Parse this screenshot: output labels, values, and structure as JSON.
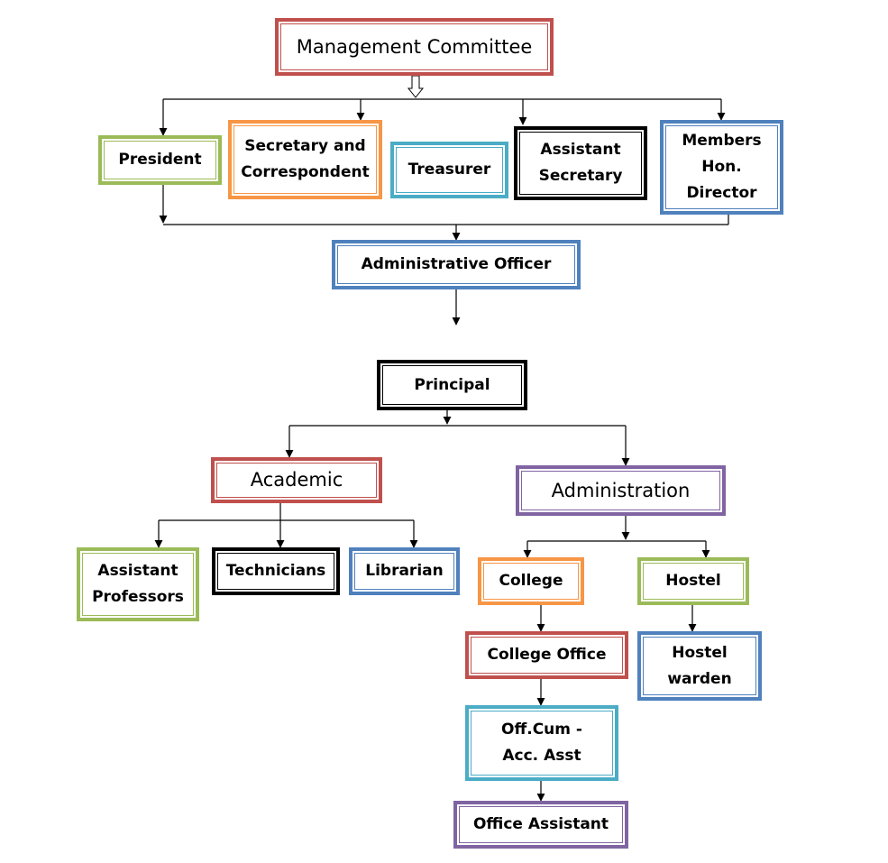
{
  "colors": {
    "red": "#c0504d",
    "green": "#9bbb59",
    "orange": "#f79646",
    "cyan": "#4bacc6",
    "black": "#000000",
    "blue": "#4f81bd",
    "purple": "#8064a2"
  },
  "nodes": {
    "management_committee": "Management Committee",
    "president": "President",
    "secretary_correspondent": "Secretary and\nCorrespondent",
    "treasurer": "Treasurer",
    "assistant_secretary": "Assistant\nSecretary",
    "members_hon_director": "Members\nHon.\nDirector",
    "administrative_officer": "Administrative Officer",
    "principal": "Principal",
    "academic": "Academic",
    "administration": "Administration",
    "assistant_professors": "Assistant\nProfessors",
    "technicians": "Technicians",
    "librarian": "Librarian",
    "college": "College",
    "hostel": "Hostel",
    "college_office": "College Office",
    "hostel_warden": "Hostel\nwarden",
    "off_cum_acc_asst": "Off.Cum -\nAcc. Asst",
    "office_assistant": "Office Assistant"
  }
}
